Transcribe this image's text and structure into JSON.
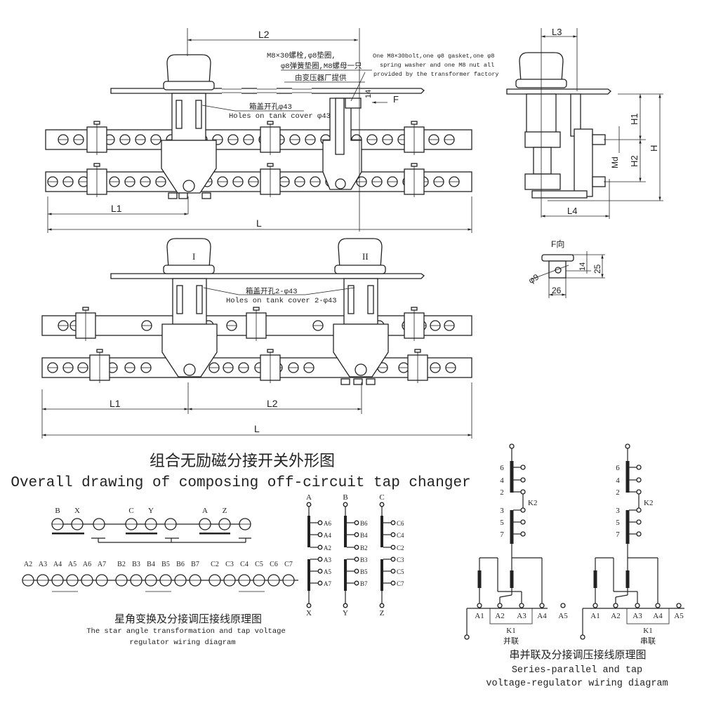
{
  "front_view": {
    "dims": {
      "L2": "L2",
      "L1": "L1",
      "L": "L",
      "dim_14": "14",
      "F": "F"
    },
    "note_cn_1": "M8×30螺栓,φ8垫圈,",
    "note_cn_2": "φ8弹簧垫圈,M8螺母一只",
    "note_cn_3": "由变压器厂提供",
    "note_en_1": "One M8×30bolt,one φ8 gasket,one φ8",
    "note_en_2": "spring washer and one M8 nut all",
    "note_en_3": "provided by the transformer factory",
    "hole_cn": "箱盖开孔φ43",
    "hole_en": "Holes on tank cover φ43"
  },
  "side_view": {
    "dims": {
      "L3": "L3",
      "L4": "L4",
      "H1": "H1",
      "H2": "H2",
      "H": "H",
      "Md": "Md"
    }
  },
  "f_view": {
    "title": "F向",
    "d9": "φ9",
    "d14": "14",
    "d25": "25",
    "d26": "26"
  },
  "combined_view": {
    "unit_1": "I",
    "unit_2": "II",
    "hole_cn": "箱盖开孔2-φ43",
    "hole_en": "Holes on tank cover 2-φ43",
    "dims": {
      "L1": "L1",
      "L2": "L2",
      "L": "L"
    }
  },
  "title": {
    "cn": "组合无励磁分接开关外形图",
    "en": "Overall drawing of composing off-circuit tap changer"
  },
  "star_angle": {
    "row1_labels": [
      "B",
      "X",
      "C",
      "Y",
      "A",
      "Z"
    ],
    "row2_labels": [
      "A2",
      "A3",
      "A4",
      "A5",
      "A6",
      "A7",
      "B2",
      "B3",
      "B4",
      "B5",
      "B6",
      "B7",
      "C2",
      "C3",
      "C4",
      "C5",
      "C6",
      "C7"
    ],
    "caption_cn": "星角变换及分接调压接线原理图",
    "caption_en_1": "The star angle transformation and tap voltage",
    "caption_en_2": "regulator wiring diagram"
  },
  "phases": [
    {
      "top": "A",
      "bottom": "X",
      "taps_upper": [
        "A6",
        "A4",
        "A2"
      ],
      "taps_lower": [
        "A3",
        "A5",
        "A7"
      ]
    },
    {
      "top": "B",
      "bottom": "Y",
      "taps_upper": [
        "B6",
        "B4",
        "B2"
      ],
      "taps_lower": [
        "B3",
        "B5",
        "B7"
      ]
    },
    {
      "top": "C",
      "bottom": "Z",
      "taps_upper": [
        "C6",
        "C4",
        "C2"
      ],
      "taps_lower": [
        "C3",
        "C5",
        "C7"
      ]
    }
  ],
  "series_parallel": {
    "upper_taps": [
      "6",
      "4",
      "2"
    ],
    "lower_taps": [
      "3",
      "5",
      "7"
    ],
    "k2": "K2",
    "k1": "K1",
    "terminals": [
      "A1",
      "A2",
      "A3",
      "A4",
      "A5"
    ],
    "parallel_label": "并联",
    "series_label": "串联",
    "caption_cn": "串并联及分接调压接线原理图",
    "caption_en_1": "Series-parallel and tap",
    "caption_en_2": "voltage-regulator wiring diagram"
  }
}
